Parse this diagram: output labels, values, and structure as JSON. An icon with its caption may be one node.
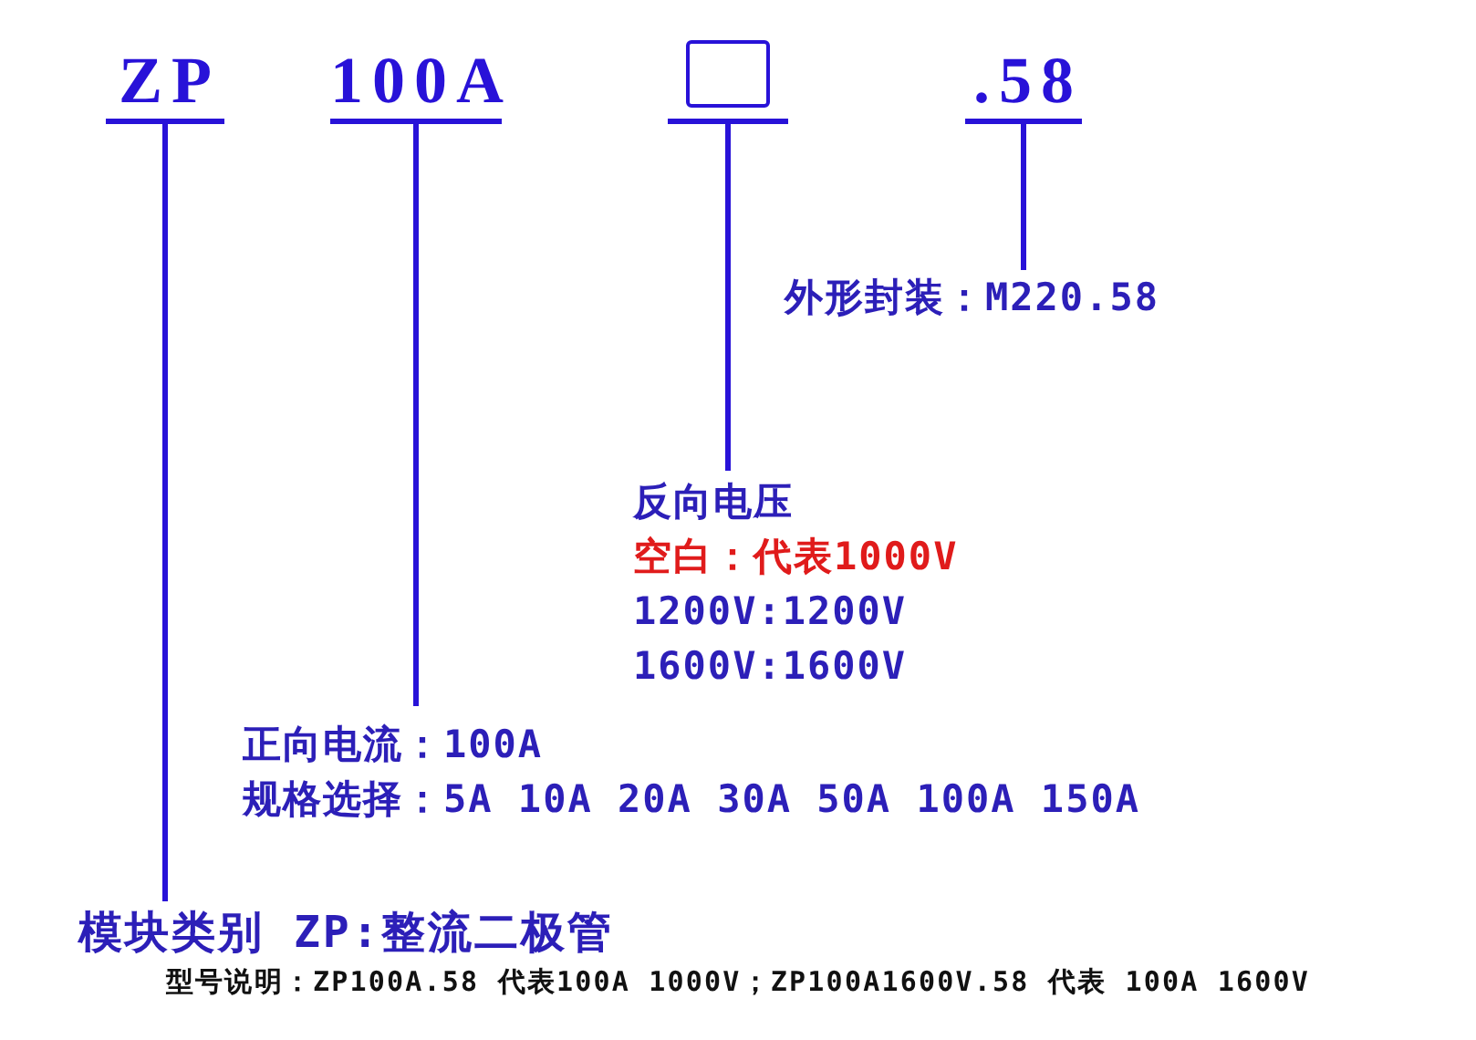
{
  "diagram": {
    "caption": "型号说明：ZP100A.58 代表100A 1000V；ZP100A1600V.58 代表 100A 1600V",
    "nodes": [
      {
        "text": [
          "ZP"
        ]
      },
      {
        "text": [
          "100A"
        ]
      },
      {
        "text": [],
        "shape": "box"
      },
      {
        "text": [
          ".58"
        ]
      },
      {
        "text": [
          "外形封装：M220.58"
        ]
      },
      {
        "text": [
          "反向电压",
          "空白：代表1000V",
          "1200V:1200V",
          "1600V:1600V"
        ]
      },
      {
        "text": [
          "正向电流：100A",
          "规格选择：5A 10A 20A 30A 50A 100A 150A"
        ]
      },
      {
        "text": [
          "模块类别 ZP:整流二极管"
        ]
      }
    ],
    "edges": [
      {
        "from": 0,
        "to": 7,
        "arrow": "none"
      },
      {
        "from": 1,
        "to": 6,
        "arrow": "none"
      },
      {
        "from": 2,
        "to": 5,
        "arrow": "none"
      },
      {
        "from": 3,
        "to": 4,
        "arrow": "none"
      }
    ]
  }
}
